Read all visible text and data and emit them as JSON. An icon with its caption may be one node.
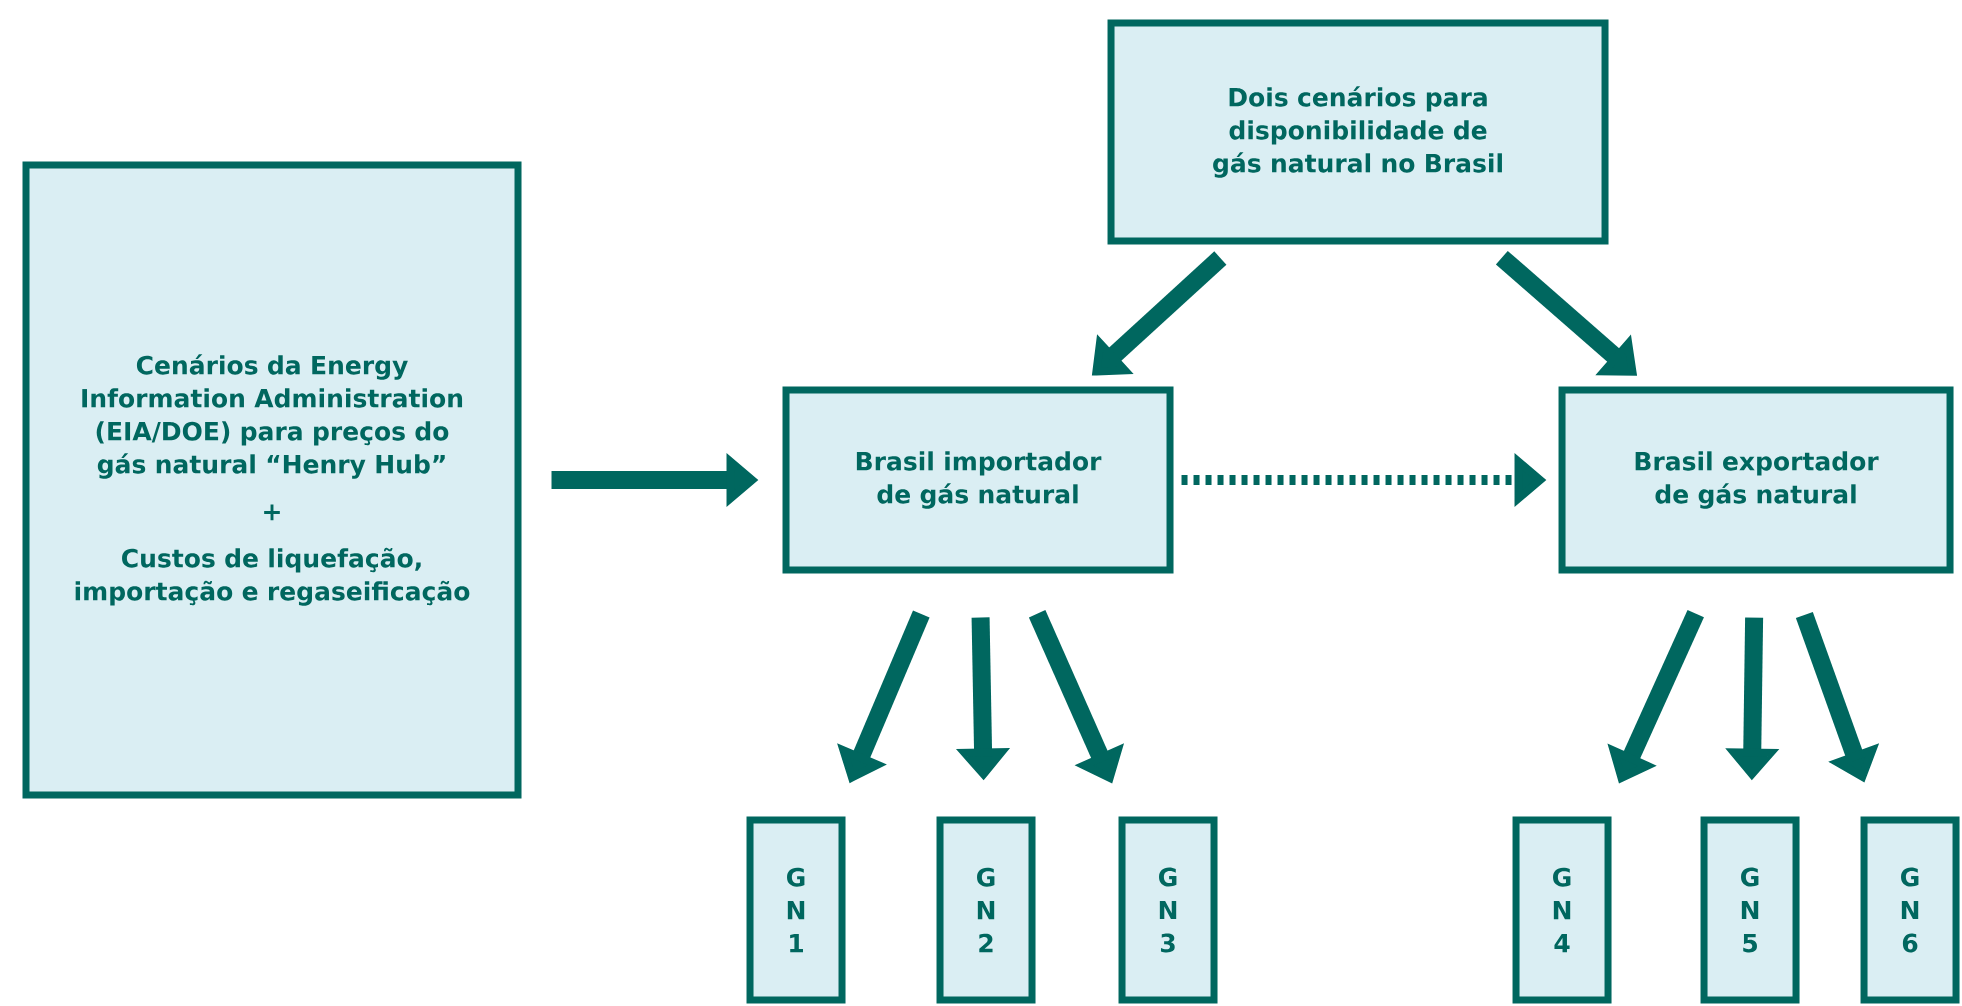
{
  "diagram": {
    "nodes": [
      {
        "text": [
          "Cenários da Energy Information Administration (EIA/DOE) para preços do gás natural “Henry Hub”",
          "+",
          "Custos de liquefação, importação e regaseificação"
        ]
      },
      {
        "text": [
          "Dois cenários para disponibilidade de gás natural no Brasil"
        ]
      },
      {
        "text": [
          "Brasil importador de gás natural"
        ]
      },
      {
        "text": [
          "Brasil exportador de gás natural"
        ]
      },
      {
        "text": [
          "G N 1"
        ]
      },
      {
        "text": [
          "G N 2"
        ]
      },
      {
        "text": [
          "G N 3"
        ]
      },
      {
        "text": [
          "G N 4"
        ]
      },
      {
        "text": [
          "G N 5"
        ]
      },
      {
        "text": [
          "G N 6"
        ]
      }
    ],
    "edges": [
      {
        "from": 1,
        "to": 2,
        "arrow": "to"
      },
      {
        "from": 1,
        "to": 3,
        "arrow": "to"
      },
      {
        "from": 0,
        "to": 2,
        "arrow": "to"
      },
      {
        "from": 2,
        "to": 3,
        "arrow": "to",
        "style": "dashed"
      },
      {
        "from": 2,
        "to": 4,
        "arrow": "to"
      },
      {
        "from": 2,
        "to": 5,
        "arrow": "to"
      },
      {
        "from": 2,
        "to": 6,
        "arrow": "to"
      },
      {
        "from": 3,
        "to": 7,
        "arrow": "to"
      },
      {
        "from": 3,
        "to": 8,
        "arrow": "to"
      },
      {
        "from": 3,
        "to": 9,
        "arrow": "to"
      }
    ]
  }
}
